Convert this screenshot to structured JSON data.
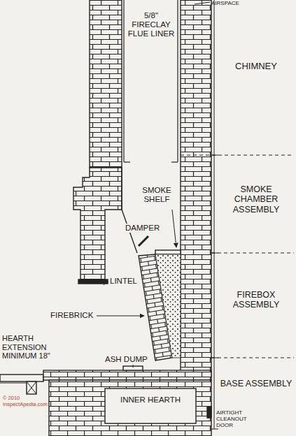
{
  "diagram": {
    "labels": [
      "5/8\" FIRECLAY FLUE LINER",
      "AIRSPACE",
      "CHIMNEY",
      "SMOKE CHAMBER ASSEMBLY",
      "SMOKE SHELF",
      "DAMPER",
      "LINTEL",
      "FIREBRICK",
      "FIREBOX ASSEMBLY",
      "HEARTH EXTENSION MINIMUM 18\"",
      "ASH DUMP",
      "INNER HEARTH",
      "BASE ASSEMBLY",
      "AIRTIGHT CLEANOUT DOOR",
      "© 2010 InspectApedia.com"
    ]
  }
}
